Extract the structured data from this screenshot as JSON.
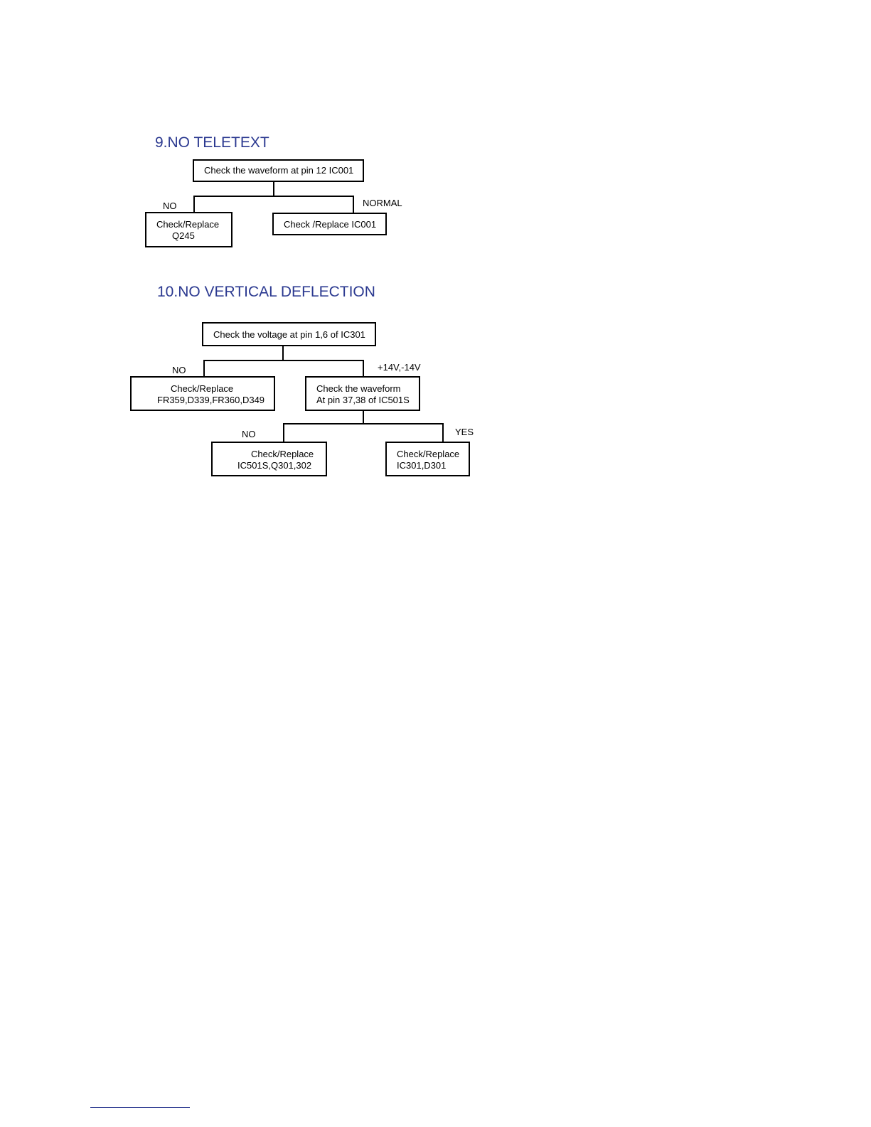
{
  "colors": {
    "title": "#2b3990",
    "line": "#000000"
  },
  "section9": {
    "title": "9.NO TELETEXT",
    "start": "Check the waveform at pin 12 IC001",
    "no_label": "NO",
    "normal_label": "NORMAL",
    "no_box": [
      "Check/Replace",
      "Q245"
    ],
    "normal_box": "Check /Replace IC001"
  },
  "section10": {
    "title": "10.NO VERTICAL DEFLECTION",
    "start": "Check the voltage at pin 1,6 of IC301",
    "no_label": "NO",
    "volt_label": "+14V,-14V",
    "no_box": [
      "Check/Replace",
      "FR359,D339,FR360,D349"
    ],
    "wave_box": [
      "Check the waveform",
      "At pin 37,38 of IC501S"
    ],
    "no2_label": "NO",
    "yes_label": "YES",
    "no2_box": [
      "Check/Replace",
      "IC501S,Q301,302"
    ],
    "yes_box": [
      "Check/Replace",
      "IC301,D301"
    ]
  }
}
